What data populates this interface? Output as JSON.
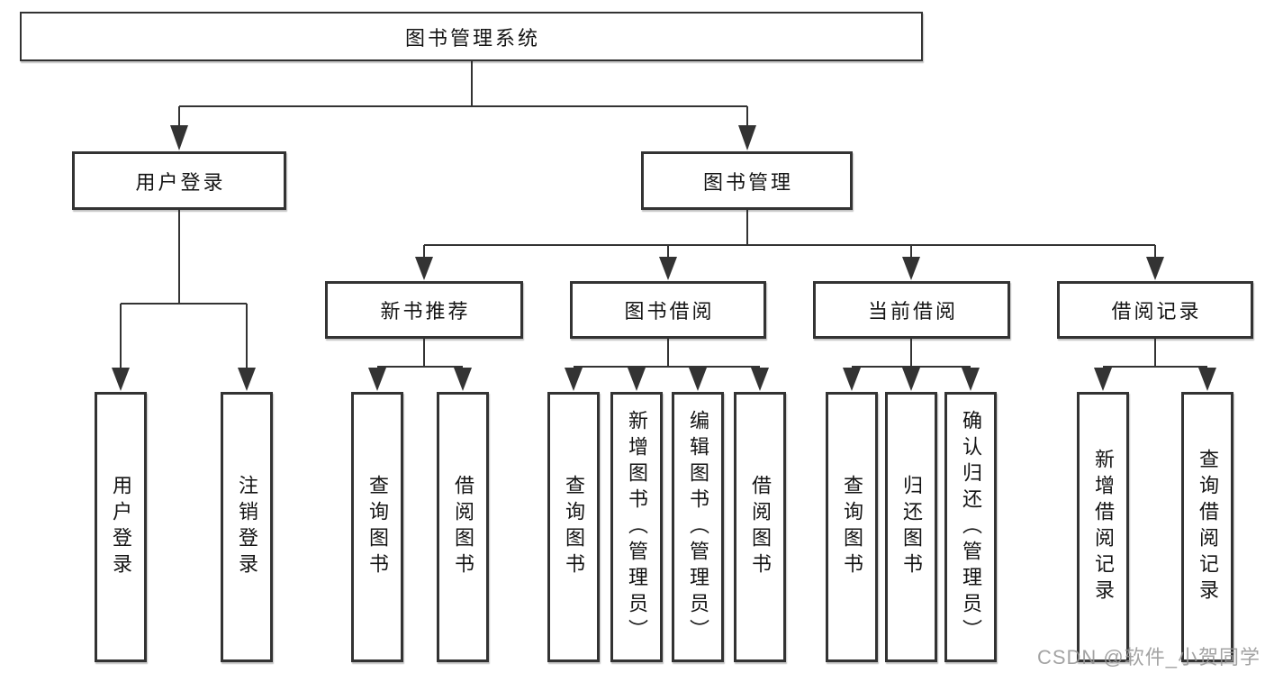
{
  "diagram": {
    "title": "图书管理系统",
    "branches": [
      {
        "label": "用户登录",
        "children": [
          "用户登录",
          "注销登录"
        ]
      },
      {
        "label": "图书管理",
        "groups": [
          {
            "label": "新书推荐",
            "children": [
              "查询图书",
              "借阅图书"
            ]
          },
          {
            "label": "图书借阅",
            "children": [
              "查询图书",
              "新增图书（管理员）",
              "编辑图书（管理员）",
              "借阅图书"
            ]
          },
          {
            "label": "当前借阅",
            "children": [
              "查询图书",
              "归还图书",
              "确认归还（管理员）"
            ]
          },
          {
            "label": "借阅记录",
            "children": [
              "新增借阅记录",
              "查询借阅记录"
            ]
          }
        ]
      }
    ]
  },
  "watermark": {
    "text": "CSDN @软件_小贺同学"
  },
  "colors": {
    "line": "#333333",
    "text": "#141414",
    "background": "#ffffff",
    "watermark": "#969696"
  }
}
